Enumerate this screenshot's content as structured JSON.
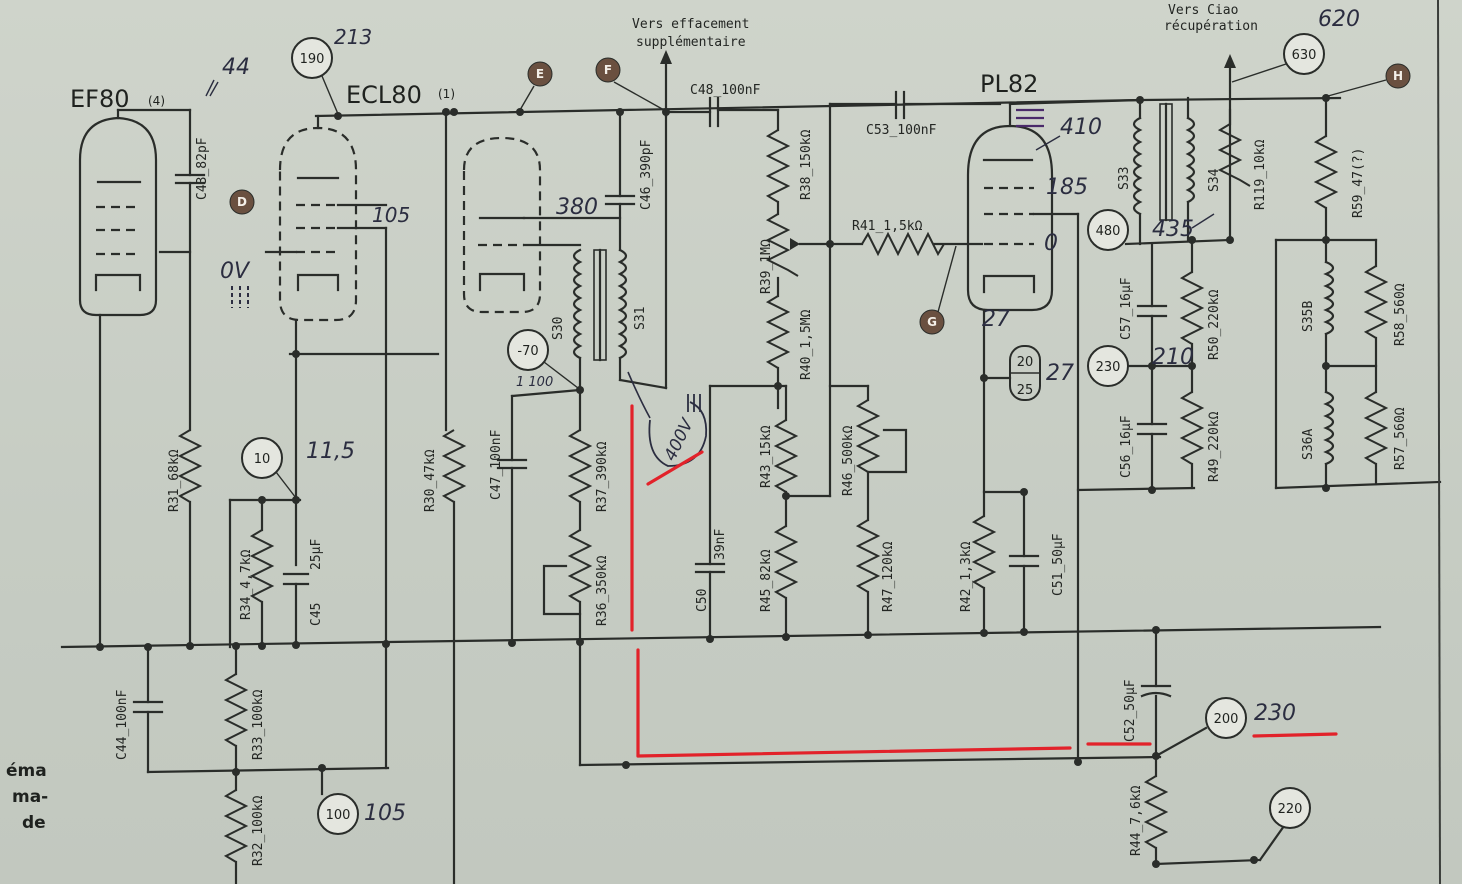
{
  "tubes": {
    "ef80": "EF80",
    "ef80_num": "(4)",
    "ecl80": "ECL80",
    "ecl80_num": "(1)",
    "pl82": "PL82"
  },
  "top_labels": {
    "effacement_1": "Vers effacement",
    "effacement_2": "supplémentaire",
    "recup_1": "Vers  Ciao",
    "recup_2": "récupération"
  },
  "components": {
    "c43": "C43_82pF",
    "c46": "C46_390pF",
    "c48": "C48_100nF",
    "c53": "C53_100nF",
    "r38": "R38_150kΩ",
    "r41": "R41_1,5kΩ",
    "r39": "R39_1MΩ",
    "r40": "R40_1,5MΩ",
    "s30": "S30",
    "s31": "S31",
    "s33": "S33",
    "s34": "S34",
    "r119": "R119_10kΩ",
    "r59": "R59_47(?)",
    "r31": "R31_68kΩ",
    "r30": "R30_47kΩ",
    "c47": "C47_100nF",
    "r37": "R37_390kΩ",
    "r36": "R36_350kΩ",
    "r34": "R34_4,7kΩ",
    "c45": "C45",
    "c45v": "25µF",
    "c50": "C50",
    "c50v": "39nF",
    "r43": "R43_15kΩ",
    "r45": "R45_82kΩ",
    "r46": "R46_500kΩ",
    "r47": "R47_120kΩ",
    "r42": "R42_1,3kΩ",
    "c51": "C51_50µF",
    "c57": "C57_16µF",
    "c56": "C56_16µF",
    "r50": "R50_220kΩ",
    "r49": "R49_220kΩ",
    "s35b": "S35B",
    "s36a": "S36A",
    "r58": "R58_560Ω",
    "r57": "R57_560Ω",
    "c44": "C44_100nF",
    "r33": "R33_100kΩ",
    "r32": "R32_100kΩ",
    "c52": "C52_50µF",
    "r44": "R44_7,6kΩ"
  },
  "test_points": [
    {
      "id": "tp-190",
      "value": "190"
    },
    {
      "id": "tp-630",
      "value": "630"
    },
    {
      "id": "tp-480",
      "value": "480"
    },
    {
      "id": "tp-230a",
      "value": "230"
    },
    {
      "id": "tp-minus70",
      "value": "-70"
    },
    {
      "id": "tp-10",
      "value": "10"
    },
    {
      "id": "tp-100",
      "value": "100"
    },
    {
      "id": "tp-200",
      "value": "200"
    },
    {
      "id": "tp-220",
      "value": "220"
    }
  ],
  "fraction": {
    "top": "20",
    "bottom": "25"
  },
  "markers": {
    "d": "D",
    "e": "E",
    "f": "F",
    "g": "G",
    "h": "H"
  },
  "handwritten": {
    "h44": "44",
    "h213": "213",
    "h620": "620",
    "h410": "410",
    "h185": "185",
    "h0": "0",
    "h435": "435",
    "h0v": "0V",
    "h380": "380",
    "h105a": "105",
    "h11_5": "11,5",
    "h27a": "27",
    "h27b": "27",
    "h210": "210",
    "h105b": "105",
    "h230": "230",
    "h400v": "400V",
    "h1_100": "1 100"
  },
  "side_text": [
    "éma",
    "ma-",
    "de"
  ],
  "colors": {
    "wire": "#2a2d2a",
    "annotation_red": "#e2222a",
    "paper": "#c9cfc6",
    "marker": "#6a5040"
  }
}
